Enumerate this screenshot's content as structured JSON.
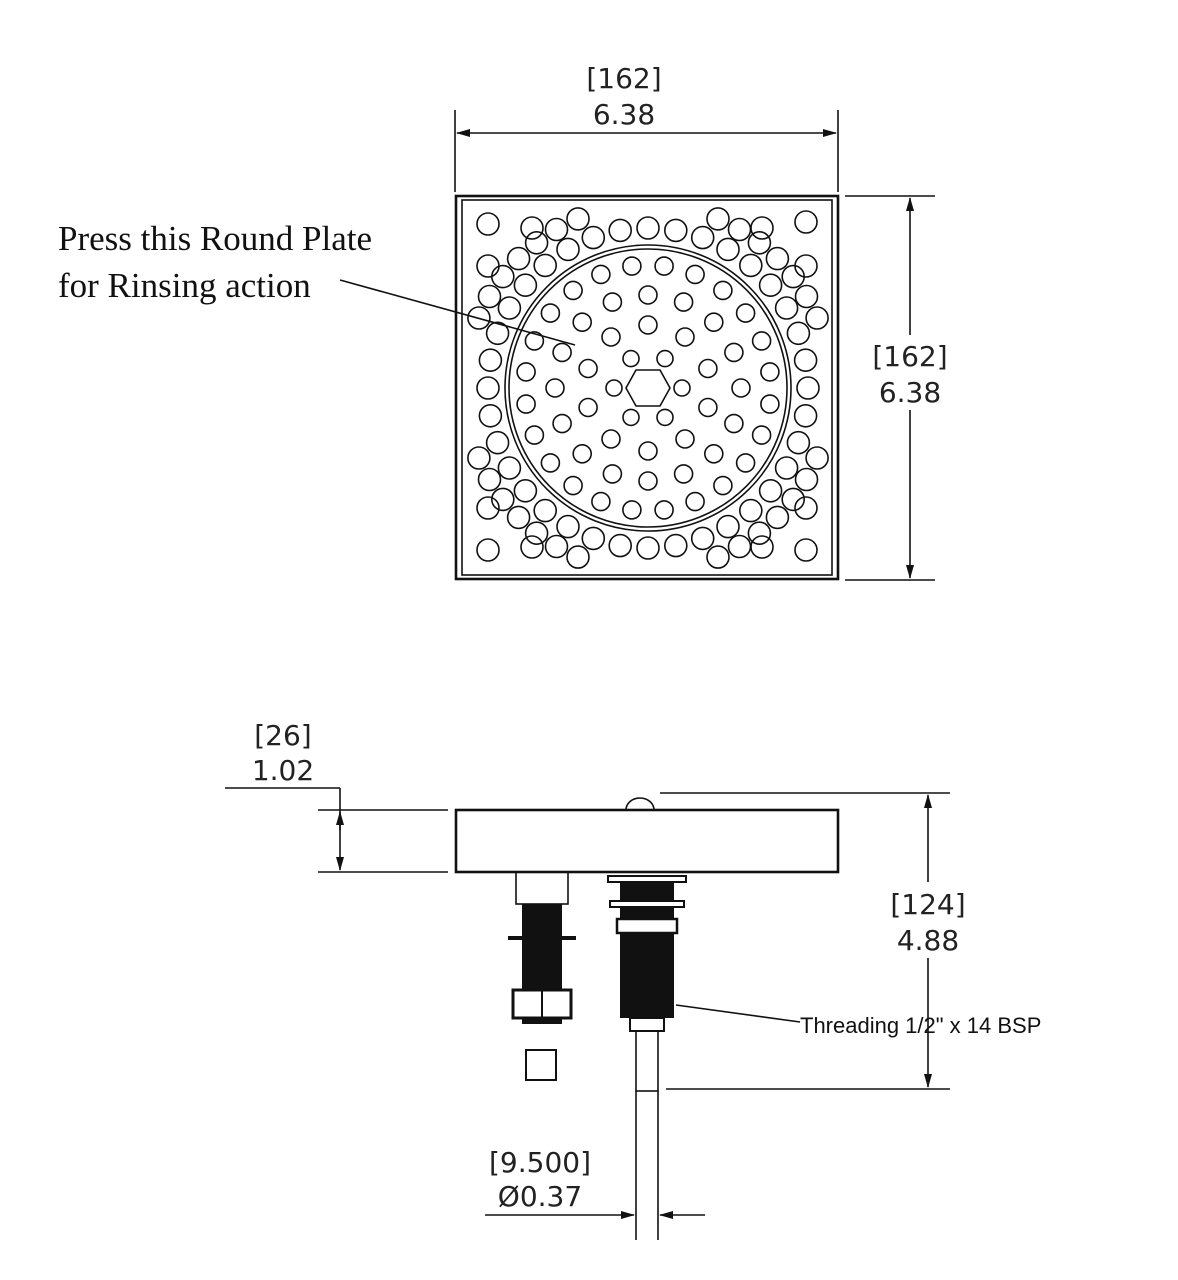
{
  "top_view": {
    "width_dim": {
      "metric": "[162]",
      "imperial": "6.38"
    },
    "height_dim": {
      "metric": "[162]",
      "imperial": "6.38"
    },
    "callout": {
      "line1": "Press this Round Plate",
      "line2": "for Rinsing action"
    }
  },
  "side_view": {
    "thickness_dim": {
      "metric": "[26]",
      "imperial": "1.02"
    },
    "height_dim": {
      "metric": "[124]",
      "imperial": "4.88"
    },
    "thread_callout": "Threading 1/2\" x 14 BSP",
    "tube_dim": {
      "metric": "[9.500]",
      "imperial": "Ø0.37"
    }
  }
}
